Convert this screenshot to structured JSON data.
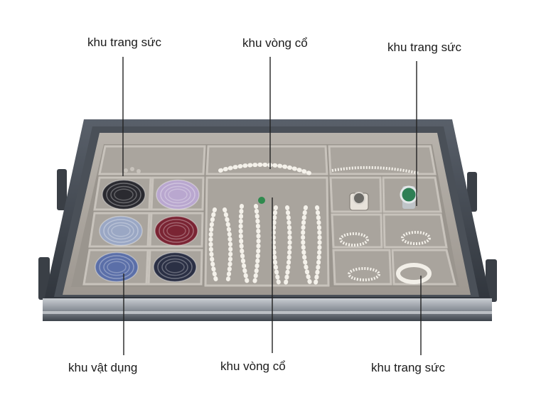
{
  "labels": {
    "top_left": "khu trang sức",
    "top_center": "khu vòng cổ",
    "top_right": "khu trang sức",
    "bottom_left": "khu vật dụng",
    "bottom_center": "khu vòng cổ",
    "bottom_right": "khu trang sức"
  },
  "colors": {
    "frame": "#3e444c",
    "frame_light": "#8b9199",
    "liner": "#a8a39d",
    "liner_dark": "#8f8a84",
    "pearl": "#f4f1ea",
    "leader_line": "#222222"
  },
  "tie_colors": [
    "#2a2a30",
    "#b9a7cf",
    "#9aa7c4",
    "#7a2433",
    "#5b6fa8",
    "#2b3045"
  ],
  "icons": {
    "drawer": "jewelry-drawer-illustration",
    "watch": "watch-icon",
    "bracelet": "bracelet-icon",
    "necklace": "pearl-necklace-icon",
    "tie": "rolled-tie-icon",
    "ring": "ring-icon"
  }
}
